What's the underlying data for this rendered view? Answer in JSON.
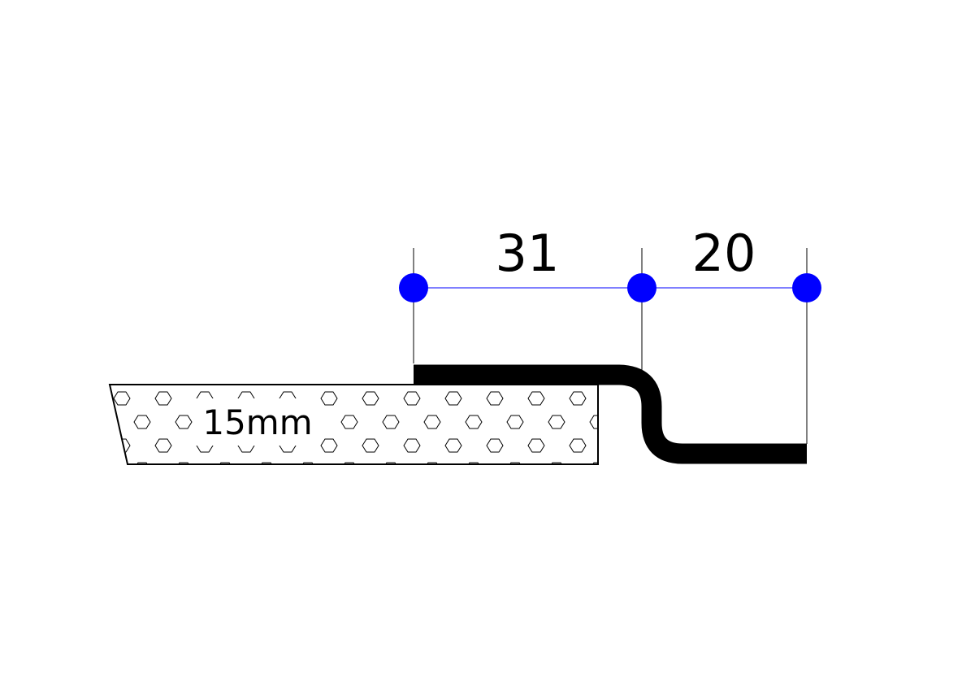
{
  "diagram": {
    "board_label": "15mm",
    "dimensions": [
      {
        "label": "31",
        "value": 31
      },
      {
        "label": "20",
        "value": 20
      }
    ],
    "colors": {
      "dimension": "#0000ff",
      "profile": "#000000",
      "outline": "#000000",
      "background": "#ffffff"
    }
  }
}
